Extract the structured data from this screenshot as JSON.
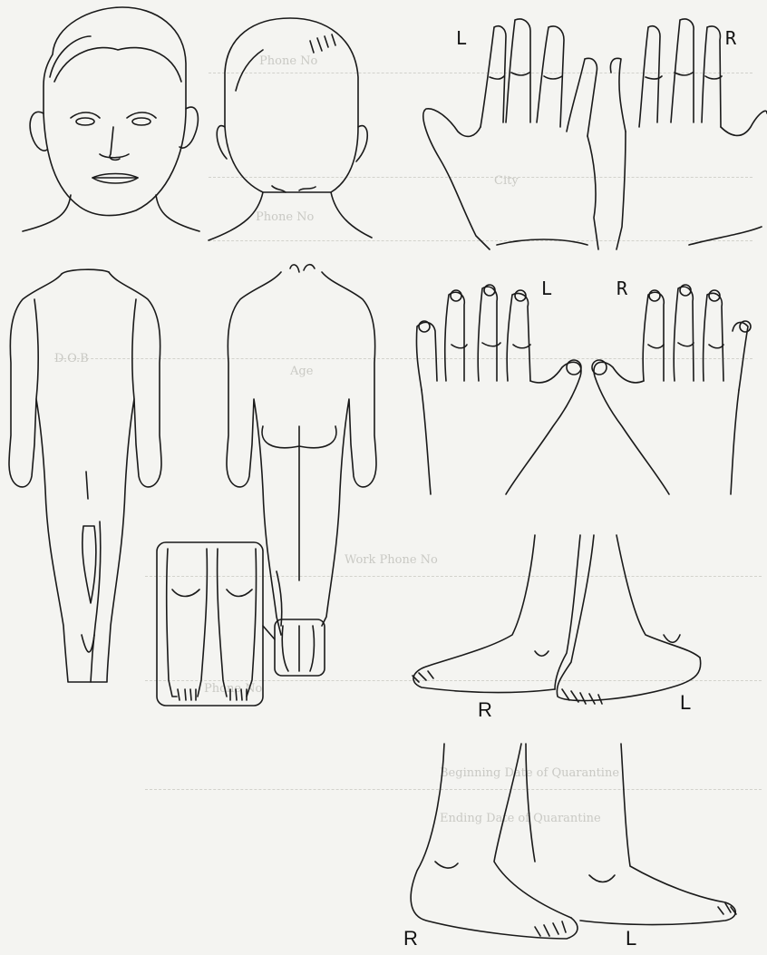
{
  "labels": {
    "palm_left": "L",
    "palm_right": "R",
    "back_left": "L",
    "back_right": "R",
    "feet_out_right": "R",
    "feet_out_left": "L",
    "feet_in_right": "R",
    "feet_in_left": "L"
  },
  "faded_text": {
    "line1": "Phone No",
    "line2": "City",
    "line3": "Phone No",
    "line4": "D.O.B",
    "line5": "Age",
    "line6": "Work Phone No",
    "line7": "Phone No",
    "line8": "Beginning Date of Quarantine",
    "line9": "Ending Date of Quarantine"
  },
  "colors": {
    "ink": "#1a1a1a",
    "paper": "#f4f4f1",
    "ghost": "#c9c9c4"
  }
}
